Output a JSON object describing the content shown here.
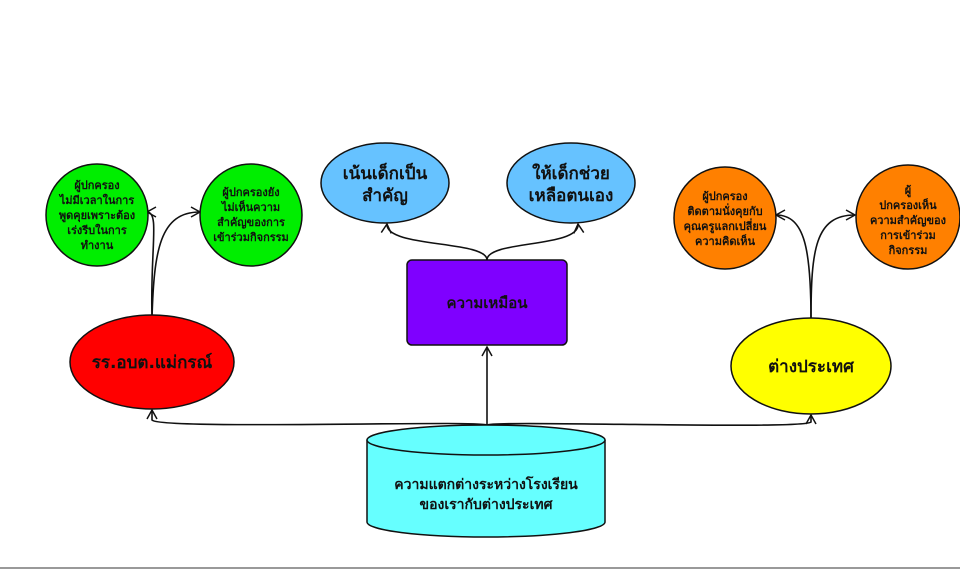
{
  "root": {
    "lines": [
      "ความแตกต่างระหว่างโรงเรียน",
      "ของเรากับต่างประเทศ"
    ],
    "color": "#66ffff"
  },
  "center": {
    "label": "ความเหมือน",
    "color": "#7f00ff",
    "children": [
      {
        "lines": [
          "เน้นเด็กเป็น",
          "สำคัญ"
        ],
        "color": "#66c2ff"
      },
      {
        "lines": [
          "ให้เด็กช่วย",
          "เหลือตนเอง"
        ],
        "color": "#66c2ff"
      }
    ]
  },
  "left": {
    "label": "รร.อบต.แม่กรณ์",
    "color": "#ff0000",
    "children": [
      {
        "lines": [
          "ผู้ปกครอง",
          "ไม่มีเวลาในการ",
          "พูดคุยเพราะต้อง",
          "เร่งรีบในการ",
          "ทำงาน"
        ],
        "color": "#00ee00"
      },
      {
        "lines": [
          "ผู้ปกครองยัง",
          "ไม่เห็นความ",
          "สำคัญของการ",
          "เข้าร่วมกิจกรรม"
        ],
        "color": "#00ee00"
      }
    ]
  },
  "right": {
    "label": "ต่างประเทศ",
    "color": "#ffff00",
    "children": [
      {
        "lines": [
          "ผู้ปกครอง",
          "ติดตามนั่งคุยกับ",
          "คุณครูแลกเปลี่ยน",
          "ความคิดเห็น"
        ],
        "color": "#ff8000"
      },
      {
        "lines": [
          "ผู้",
          "ปกครองเห็น",
          "ความสำคัญของ",
          "การเข้าร่วม",
          "กิจกรรม"
        ],
        "color": "#ff8000"
      }
    ]
  }
}
